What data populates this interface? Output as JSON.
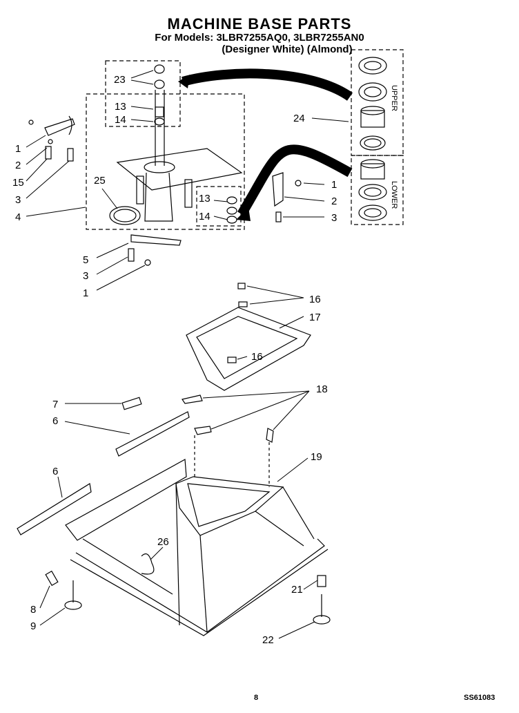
{
  "header": {
    "title": "MACHINE BASE PARTS",
    "models": "For Models: 3LBR7255AQ0, 3LBR7255AN0",
    "colors": "(Designer White)   (Almond)"
  },
  "side_labels": {
    "upper": "UPPER",
    "lower": "LOWER"
  },
  "callouts": {
    "c23": "23",
    "c13a": "13",
    "c14a": "14",
    "c24": "24",
    "c1a": "1",
    "c2a": "2",
    "c15": "15",
    "c3a": "3",
    "c4": "4",
    "c25": "25",
    "c1b": "1",
    "c2b": "2",
    "c3b": "3",
    "c13b": "13",
    "c14b": "14",
    "c5": "5",
    "c3c": "3",
    "c1c": "1",
    "c16a": "16",
    "c17": "17",
    "c16b": "16",
    "c18": "18",
    "c7": "7",
    "c6a": "6",
    "c19": "19",
    "c6b": "6",
    "c26": "26",
    "c21": "21",
    "c8": "8",
    "c9": "9",
    "c22": "22"
  },
  "footer": {
    "page": "8",
    "code": "SS61083"
  }
}
